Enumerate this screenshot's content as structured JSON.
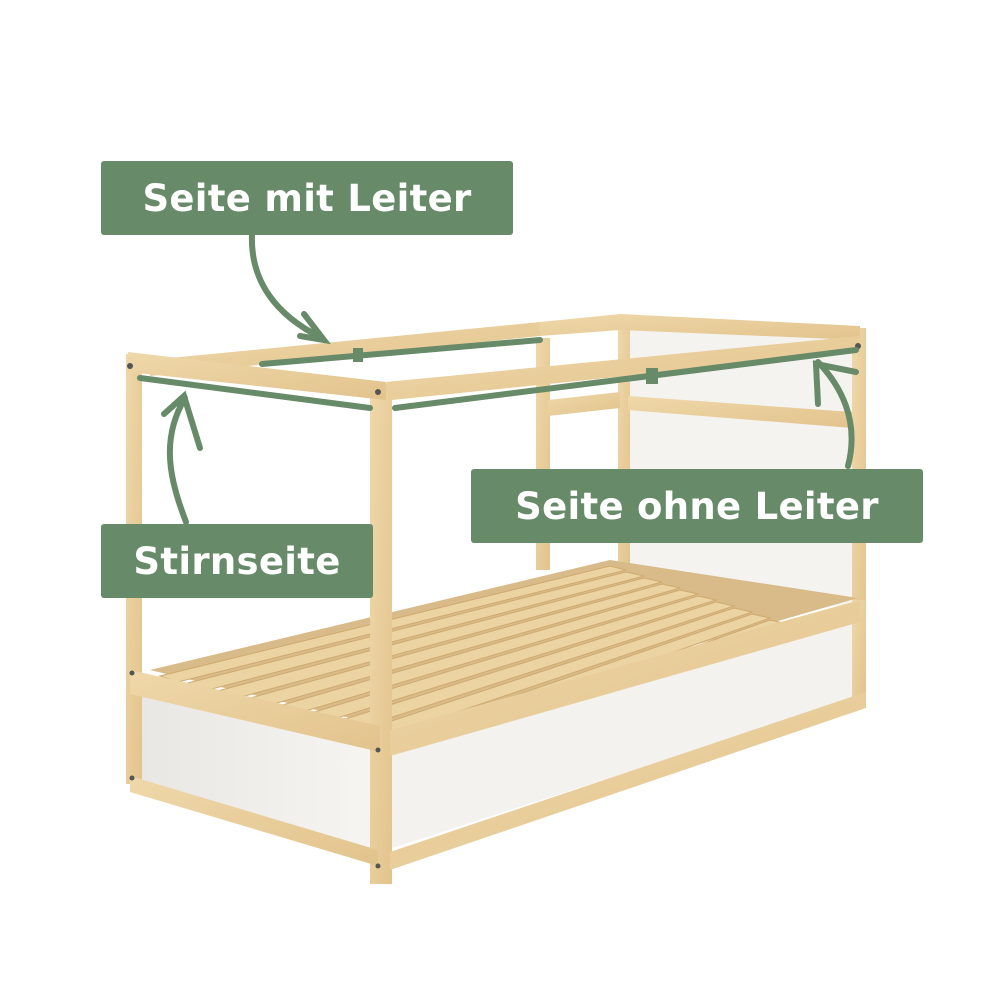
{
  "image": {
    "description": "Wooden house-frame loft bed with white panels and slatted base, annotated with green labels",
    "colors": {
      "background": "#ffffff",
      "label_background": "#678a68",
      "label_text": "#ffffff",
      "annotation_line": "#678a68",
      "wood": "#e9cf9f",
      "wood_shade": "#d9b57c",
      "panel": "#f2f1ee",
      "panel_shade": "#e4e3df"
    }
  },
  "labels": {
    "top": "Seite mit Leiter",
    "left": "Stirnseite",
    "right": "Seite ohne Leiter"
  }
}
